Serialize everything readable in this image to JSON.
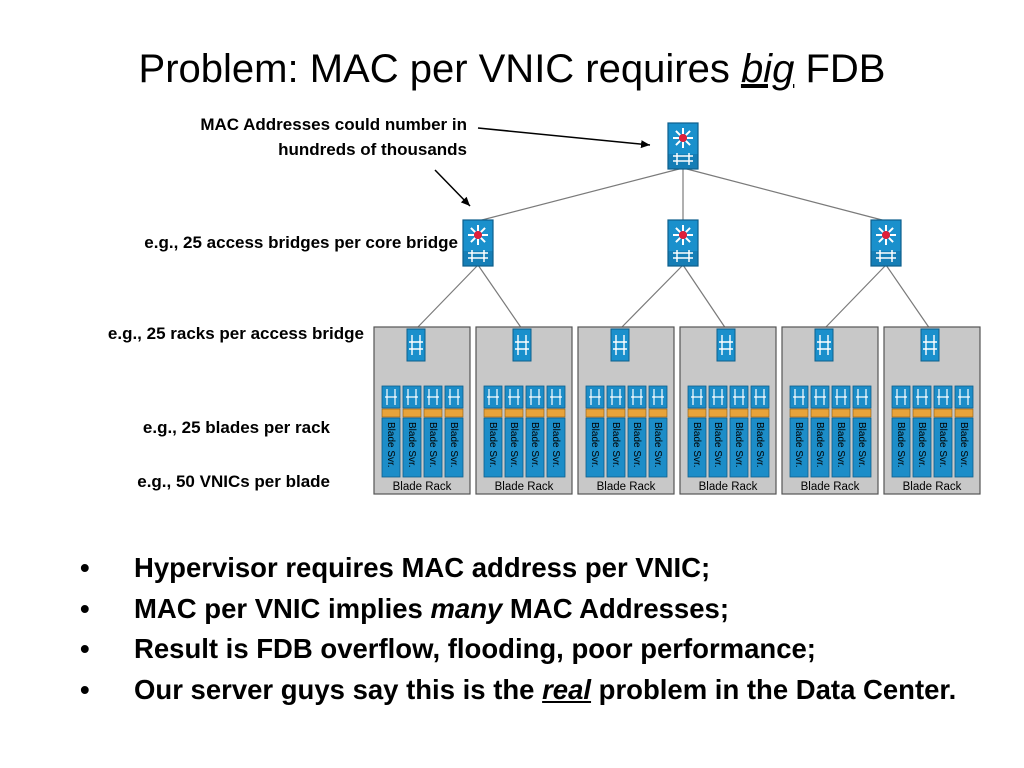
{
  "title": {
    "prefix": "Problem:  MAC per VNIC requires ",
    "emphasis": "big",
    "suffix": " FDB"
  },
  "callouts": {
    "mac_note_line1": "MAC Addresses could number in",
    "mac_note_line2": "hundreds of thousands",
    "access_bridges": "e.g., 25 access bridges per core bridge",
    "racks": "e.g., 25 racks per access bridge",
    "blades": "e.g., 25 blades per rack",
    "vnics": "e.g., 50 VNICs per blade"
  },
  "diagram": {
    "rack_label": "Blade Rack",
    "blade_label": "Blade Svr.",
    "rack_count": 6,
    "blades_per_rack": 4,
    "access_bridge_count": 3,
    "colors": {
      "switch_blue": "#1a90cc",
      "switch_dark": "#0d5f8c",
      "switch_star": "#e0203a",
      "rack_gray": "#c8c8c8",
      "blade_blue": "#1c8dc8",
      "nic_orange": "#e8a33a",
      "line_gray": "#7a7a7a"
    }
  },
  "bullets": [
    {
      "bullet": "•",
      "before": "Hypervisor requires MAC address per VNIC;",
      "em": "",
      "after": ""
    },
    {
      "bullet": "•",
      "before": "MAC per VNIC implies ",
      "em": "many",
      "after": " MAC Addresses;"
    },
    {
      "bullet": "•",
      "before": "Result is FDB overflow, flooding, poor performance;",
      "em": "",
      "after": ""
    },
    {
      "bullet": "•",
      "before": "Our server guys say this is the ",
      "em": "real",
      "after": " problem in the Data Center."
    }
  ]
}
